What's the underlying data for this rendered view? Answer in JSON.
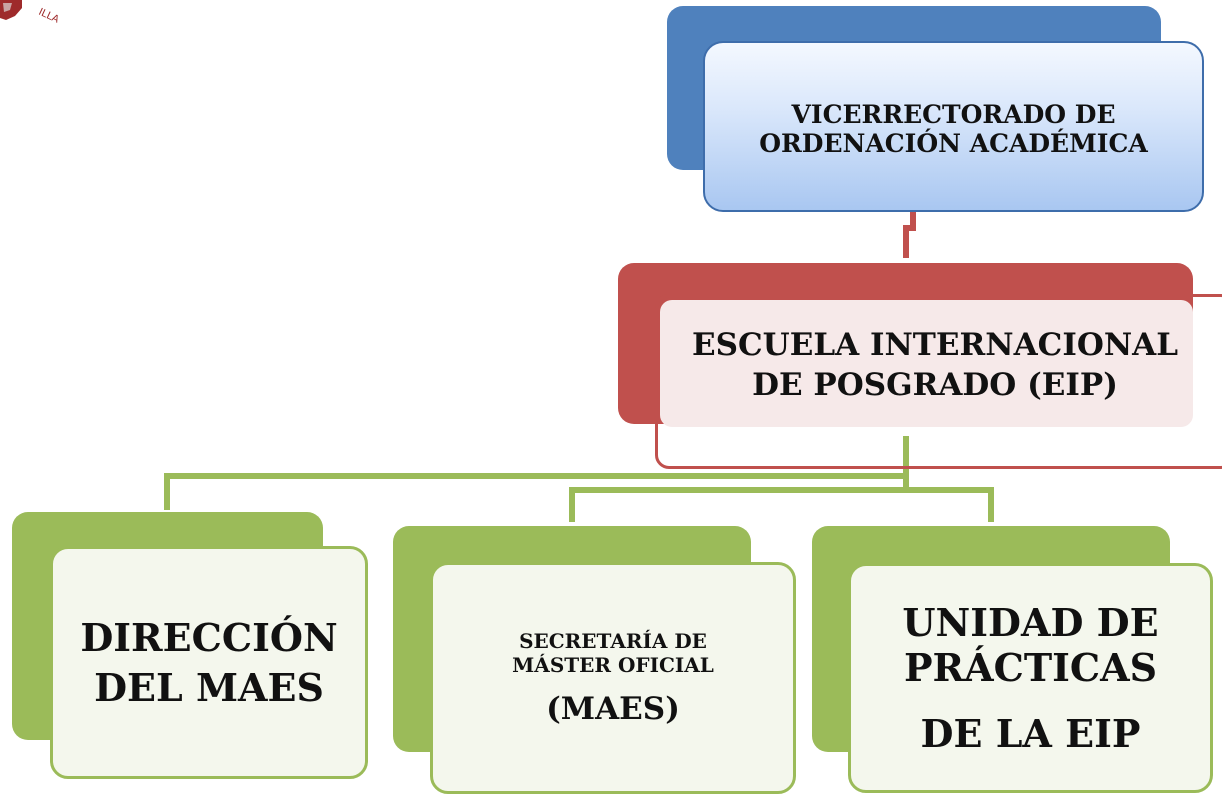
{
  "org_chart": {
    "top": {
      "lines": [
        "VICERRECTORADO DE",
        "ORDENACIÓN ACADÉMICA"
      ]
    },
    "middle": {
      "lines": [
        "ESCUELA INTERNACIONAL",
        "DE POSGRADO (EIP)"
      ]
    },
    "children": [
      {
        "lines": [
          "DIRECCIÓN",
          "DEL MAES"
        ]
      },
      {
        "lines": [
          "SECRETARÍA DE",
          "MÁSTER OFICIAL",
          "(MAES)"
        ]
      },
      {
        "lines": [
          "UNIDAD DE",
          "PRÁCTICAS",
          "DE LA EIP"
        ]
      }
    ]
  },
  "logo": {
    "text": "ILLA"
  },
  "colors": {
    "blue": "#4f81bd",
    "red": "#c0504d",
    "green": "#9bbb59",
    "pink_fill": "#f6e9e9",
    "green_fill": "#f4f7ed"
  }
}
